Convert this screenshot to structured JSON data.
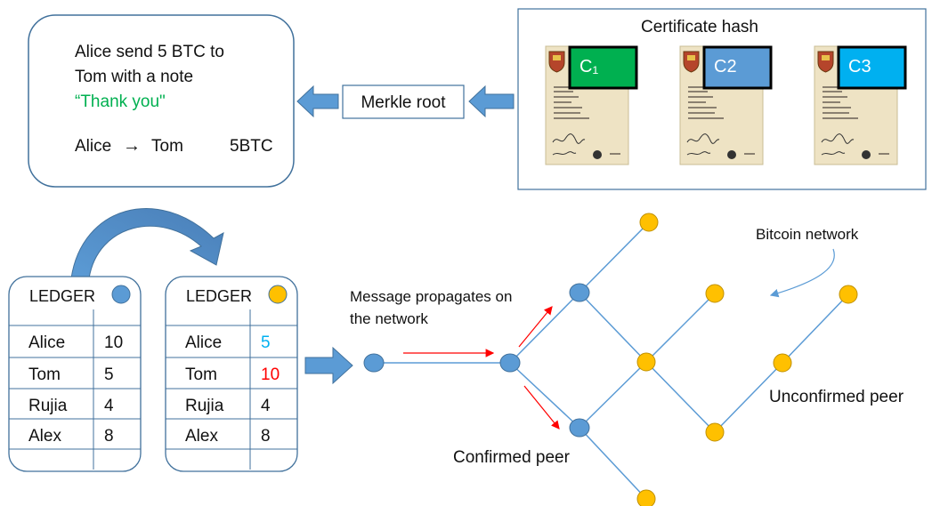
{
  "message_box": {
    "line1": "Alice  send 5 BTC to",
    "line2": "Tom with a note",
    "quote_open": "“",
    "quote_text": "Thank you\"",
    "transfer_from": "Alice",
    "transfer_arrow": "→",
    "transfer_to": "Tom",
    "transfer_amount": "5BTC"
  },
  "merkle_root_label": "Merkle root",
  "certificates": {
    "title": "Certificate hash",
    "items": [
      {
        "label": "C₁",
        "color": "#00b050"
      },
      {
        "label": "C2",
        "color": "#5b9bd5"
      },
      {
        "label": "C3",
        "color": "#00b0f0"
      }
    ]
  },
  "ledger_before": {
    "title": "LEDGER",
    "dot_color": "#5b9bd5",
    "rows": [
      {
        "name": "Alice",
        "value": "10",
        "color": "#111111"
      },
      {
        "name": "Tom",
        "value": "5",
        "color": "#111111"
      },
      {
        "name": "Rujia",
        "value": "4",
        "color": "#111111"
      },
      {
        "name": "Alex",
        "value": "8",
        "color": "#111111"
      }
    ]
  },
  "ledger_after": {
    "title": "LEDGER",
    "dot_color": "#ffc000",
    "rows": [
      {
        "name": "Alice",
        "value": "5",
        "color": "#00b0f0"
      },
      {
        "name": "Tom",
        "value": "10",
        "color": "#ff0000"
      },
      {
        "name": "Rujia",
        "value": "4",
        "color": "#111111"
      },
      {
        "name": "Alex",
        "value": "8",
        "color": "#111111"
      }
    ]
  },
  "network": {
    "propagate_line1": "Message propagates on",
    "propagate_line2": "the network",
    "bitcoin_label": "Bitcoin network",
    "confirmed_label": "Confirmed peer",
    "unconfirmed_label": "Unconfirmed peer",
    "confirmed_color": "#5b9bd5",
    "unconfirmed_color": "#ffc000"
  },
  "colors": {
    "arrow_fill": "#5b9bd5",
    "arrow_stroke": "#41719c",
    "quote_green": "#00b050",
    "edge_blue": "#5b9bd5",
    "red_arrow": "#ff0000"
  }
}
